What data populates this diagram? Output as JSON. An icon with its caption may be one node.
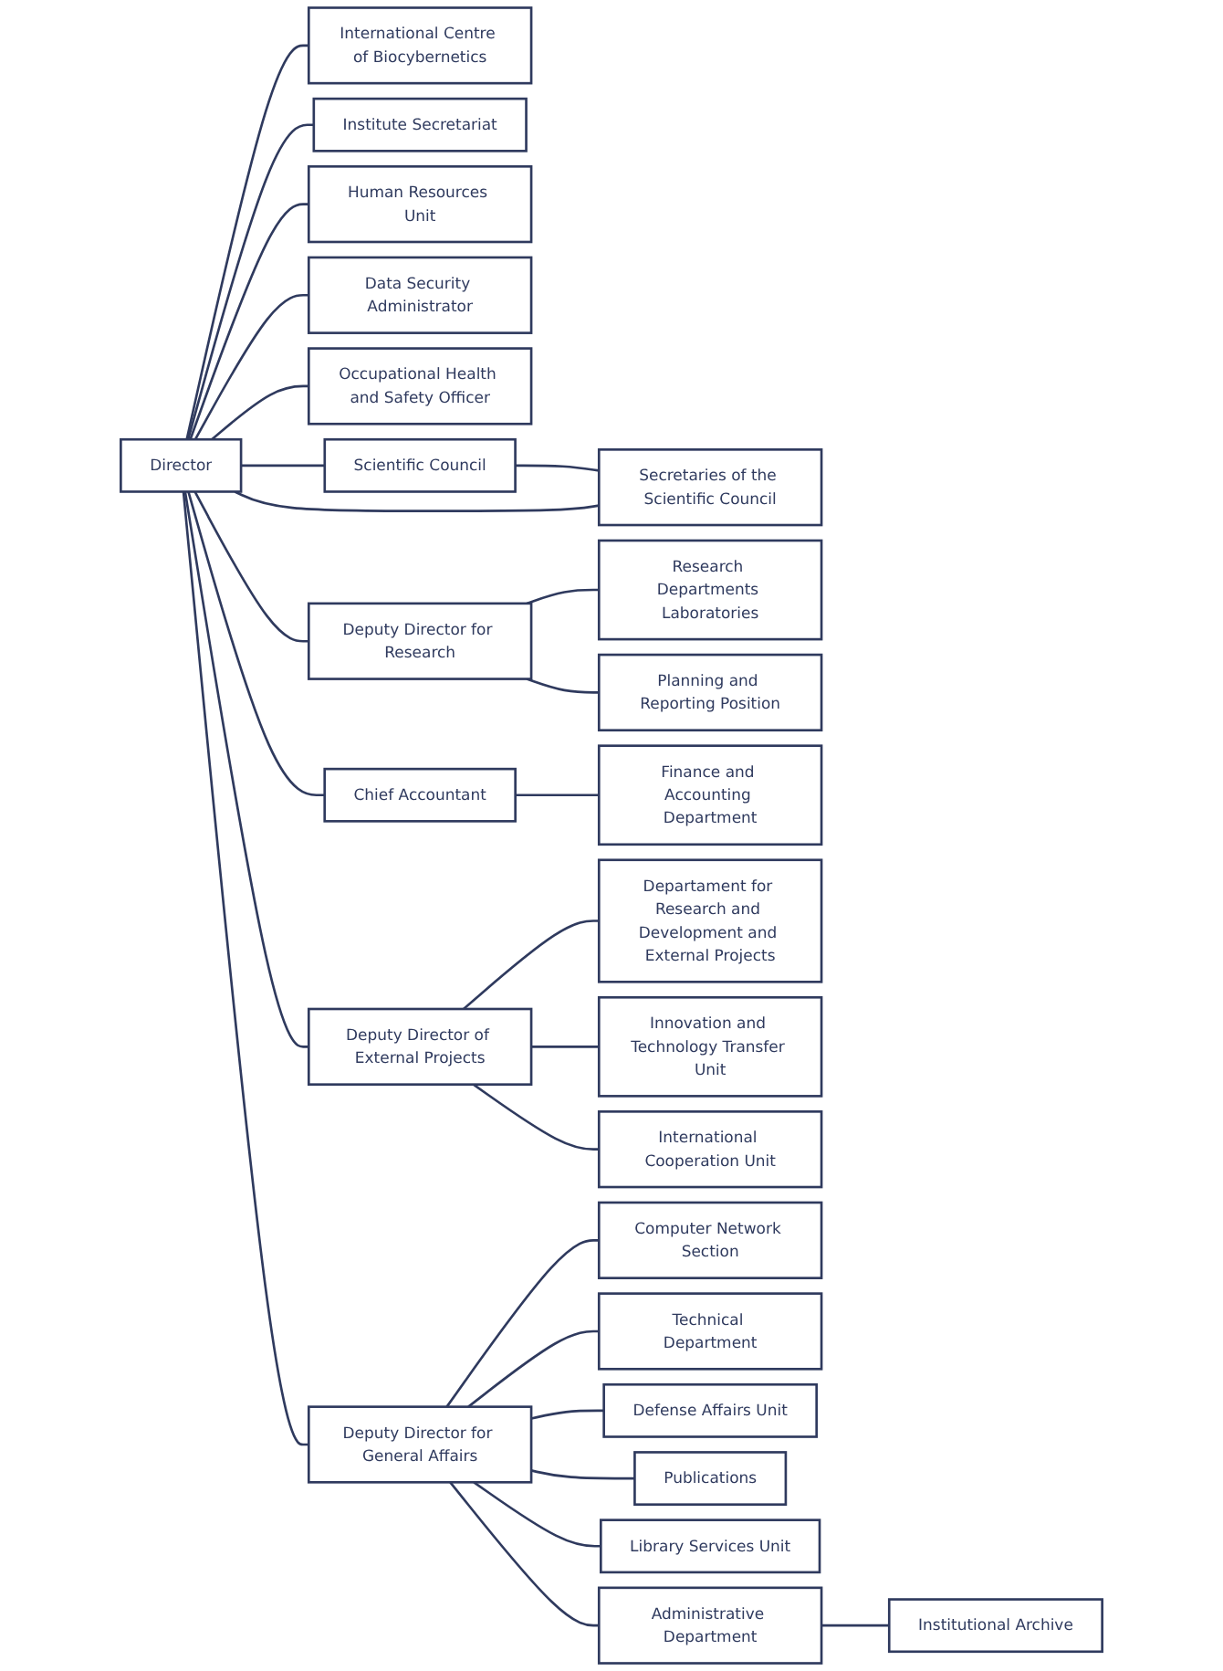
{
  "diagram": {
    "nodes": [
      {
        "text": [
          "Director"
        ]
      },
      {
        "text": [
          "Scientific Council"
        ]
      },
      {
        "text": [
          "Secretaries of the Scientific Council"
        ]
      },
      {
        "text": [
          "International Centre of Biocybernetics"
        ]
      },
      {
        "text": [
          "Deputy Director for Research"
        ]
      },
      {
        "text": [
          "Research Departments Laboratories"
        ]
      },
      {
        "text": [
          "Planning and Reporting Position"
        ]
      },
      {
        "text": [
          "Deputy Director of External Projects"
        ]
      },
      {
        "text": [
          "Departament for Research and Development and External Projects"
        ]
      },
      {
        "text": [
          "Innovation and Technology Transfer Unit"
        ]
      },
      {
        "text": [
          "International Cooperation Unit"
        ]
      },
      {
        "text": [
          "Deputy Director for General Affairs"
        ]
      },
      {
        "text": [
          "Computer Network Section"
        ]
      },
      {
        "text": [
          "Technical Department"
        ]
      },
      {
        "text": [
          "Defense Affairs Unit"
        ]
      },
      {
        "text": [
          "Publications"
        ]
      },
      {
        "text": [
          "Library Services Unit"
        ]
      },
      {
        "text": [
          "Administrative Department"
        ]
      },
      {
        "text": [
          "Institutional Archive"
        ]
      },
      {
        "text": [
          "Chief Accountant"
        ]
      },
      {
        "text": [
          "Finance and Accounting Department"
        ]
      },
      {
        "text": [
          "Institute Secretariat"
        ]
      },
      {
        "text": [
          "Human Resources Unit"
        ]
      },
      {
        "text": [
          "Data Security Administrator"
        ]
      },
      {
        "text": [
          "Occupational Health and Safety Officer"
        ]
      }
    ],
    "edges": [
      {
        "from": 0,
        "to": 1,
        "arrow": "none"
      },
      {
        "from": 1,
        "to": 2,
        "arrow": "none"
      },
      {
        "from": 0,
        "to": 2,
        "arrow": "none"
      },
      {
        "from": 0,
        "to": 3,
        "arrow": "none"
      },
      {
        "from": 0,
        "to": 4,
        "arrow": "none"
      },
      {
        "from": 4,
        "to": 5,
        "arrow": "none"
      },
      {
        "from": 4,
        "to": 6,
        "arrow": "none"
      },
      {
        "from": 0,
        "to": 7,
        "arrow": "none"
      },
      {
        "from": 7,
        "to": 8,
        "arrow": "none"
      },
      {
        "from": 7,
        "to": 9,
        "arrow": "none"
      },
      {
        "from": 7,
        "to": 10,
        "arrow": "none"
      },
      {
        "from": 0,
        "to": 11,
        "arrow": "none"
      },
      {
        "from": 11,
        "to": 12,
        "arrow": "none"
      },
      {
        "from": 11,
        "to": 13,
        "arrow": "none"
      },
      {
        "from": 11,
        "to": 14,
        "arrow": "none"
      },
      {
        "from": 11,
        "to": 15,
        "arrow": "none"
      },
      {
        "from": 11,
        "to": 16,
        "arrow": "none"
      },
      {
        "from": 11,
        "to": 17,
        "arrow": "none"
      },
      {
        "from": 17,
        "to": 18,
        "arrow": "none"
      },
      {
        "from": 0,
        "to": 19,
        "arrow": "none"
      },
      {
        "from": 19,
        "to": 20,
        "arrow": "none"
      },
      {
        "from": 0,
        "to": 21,
        "arrow": "none"
      },
      {
        "from": 0,
        "to": 22,
        "arrow": "none"
      },
      {
        "from": 0,
        "to": 23,
        "arrow": "none"
      },
      {
        "from": 0,
        "to": 24,
        "arrow": "none"
      }
    ]
  }
}
